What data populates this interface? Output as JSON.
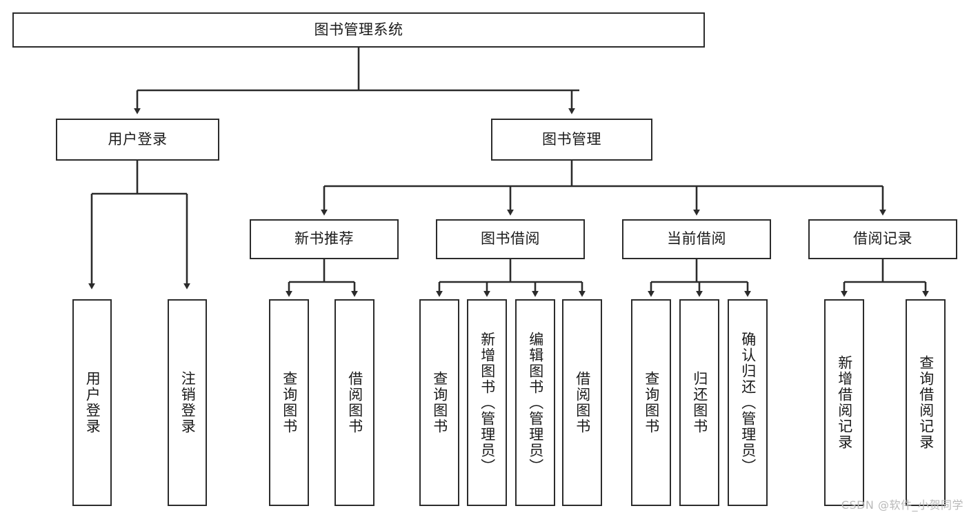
{
  "diagram": {
    "title": "图书管理系统",
    "type": "tree-hierarchy-functional-structure",
    "root": {
      "label": "图书管理系统"
    },
    "level2": [
      {
        "label": "用户登录"
      },
      {
        "label": "图书管理"
      }
    ],
    "level3": [
      {
        "label": "新书推荐"
      },
      {
        "label": "图书借阅"
      },
      {
        "label": "当前借阅"
      },
      {
        "label": "借阅记录"
      }
    ],
    "leaves": {
      "user_login": [
        {
          "label": "用户登录"
        },
        {
          "label": "注销登录"
        }
      ],
      "new_book_recommend": [
        {
          "label": "查询图书"
        },
        {
          "label": "借阅图书"
        }
      ],
      "book_borrow": [
        {
          "label": "查询图书"
        },
        {
          "label": "新增图书（管理员）"
        },
        {
          "label": "编辑图书（管理员）"
        },
        {
          "label": "借阅图书"
        }
      ],
      "current_borrow": [
        {
          "label": "查询图书"
        },
        {
          "label": "归还图书"
        },
        {
          "label": "确认归还（管理员）"
        }
      ],
      "borrow_record": [
        {
          "label": "新增借阅记录"
        },
        {
          "label": "查询借阅记录"
        }
      ]
    }
  },
  "watermark": {
    "text": "CSDN @软件_小贺同学"
  },
  "colors": {
    "stroke": "#2b2b2b",
    "fill": "#ffffff",
    "text": "#1a1a1a",
    "watermark": "#b9b9b9"
  }
}
